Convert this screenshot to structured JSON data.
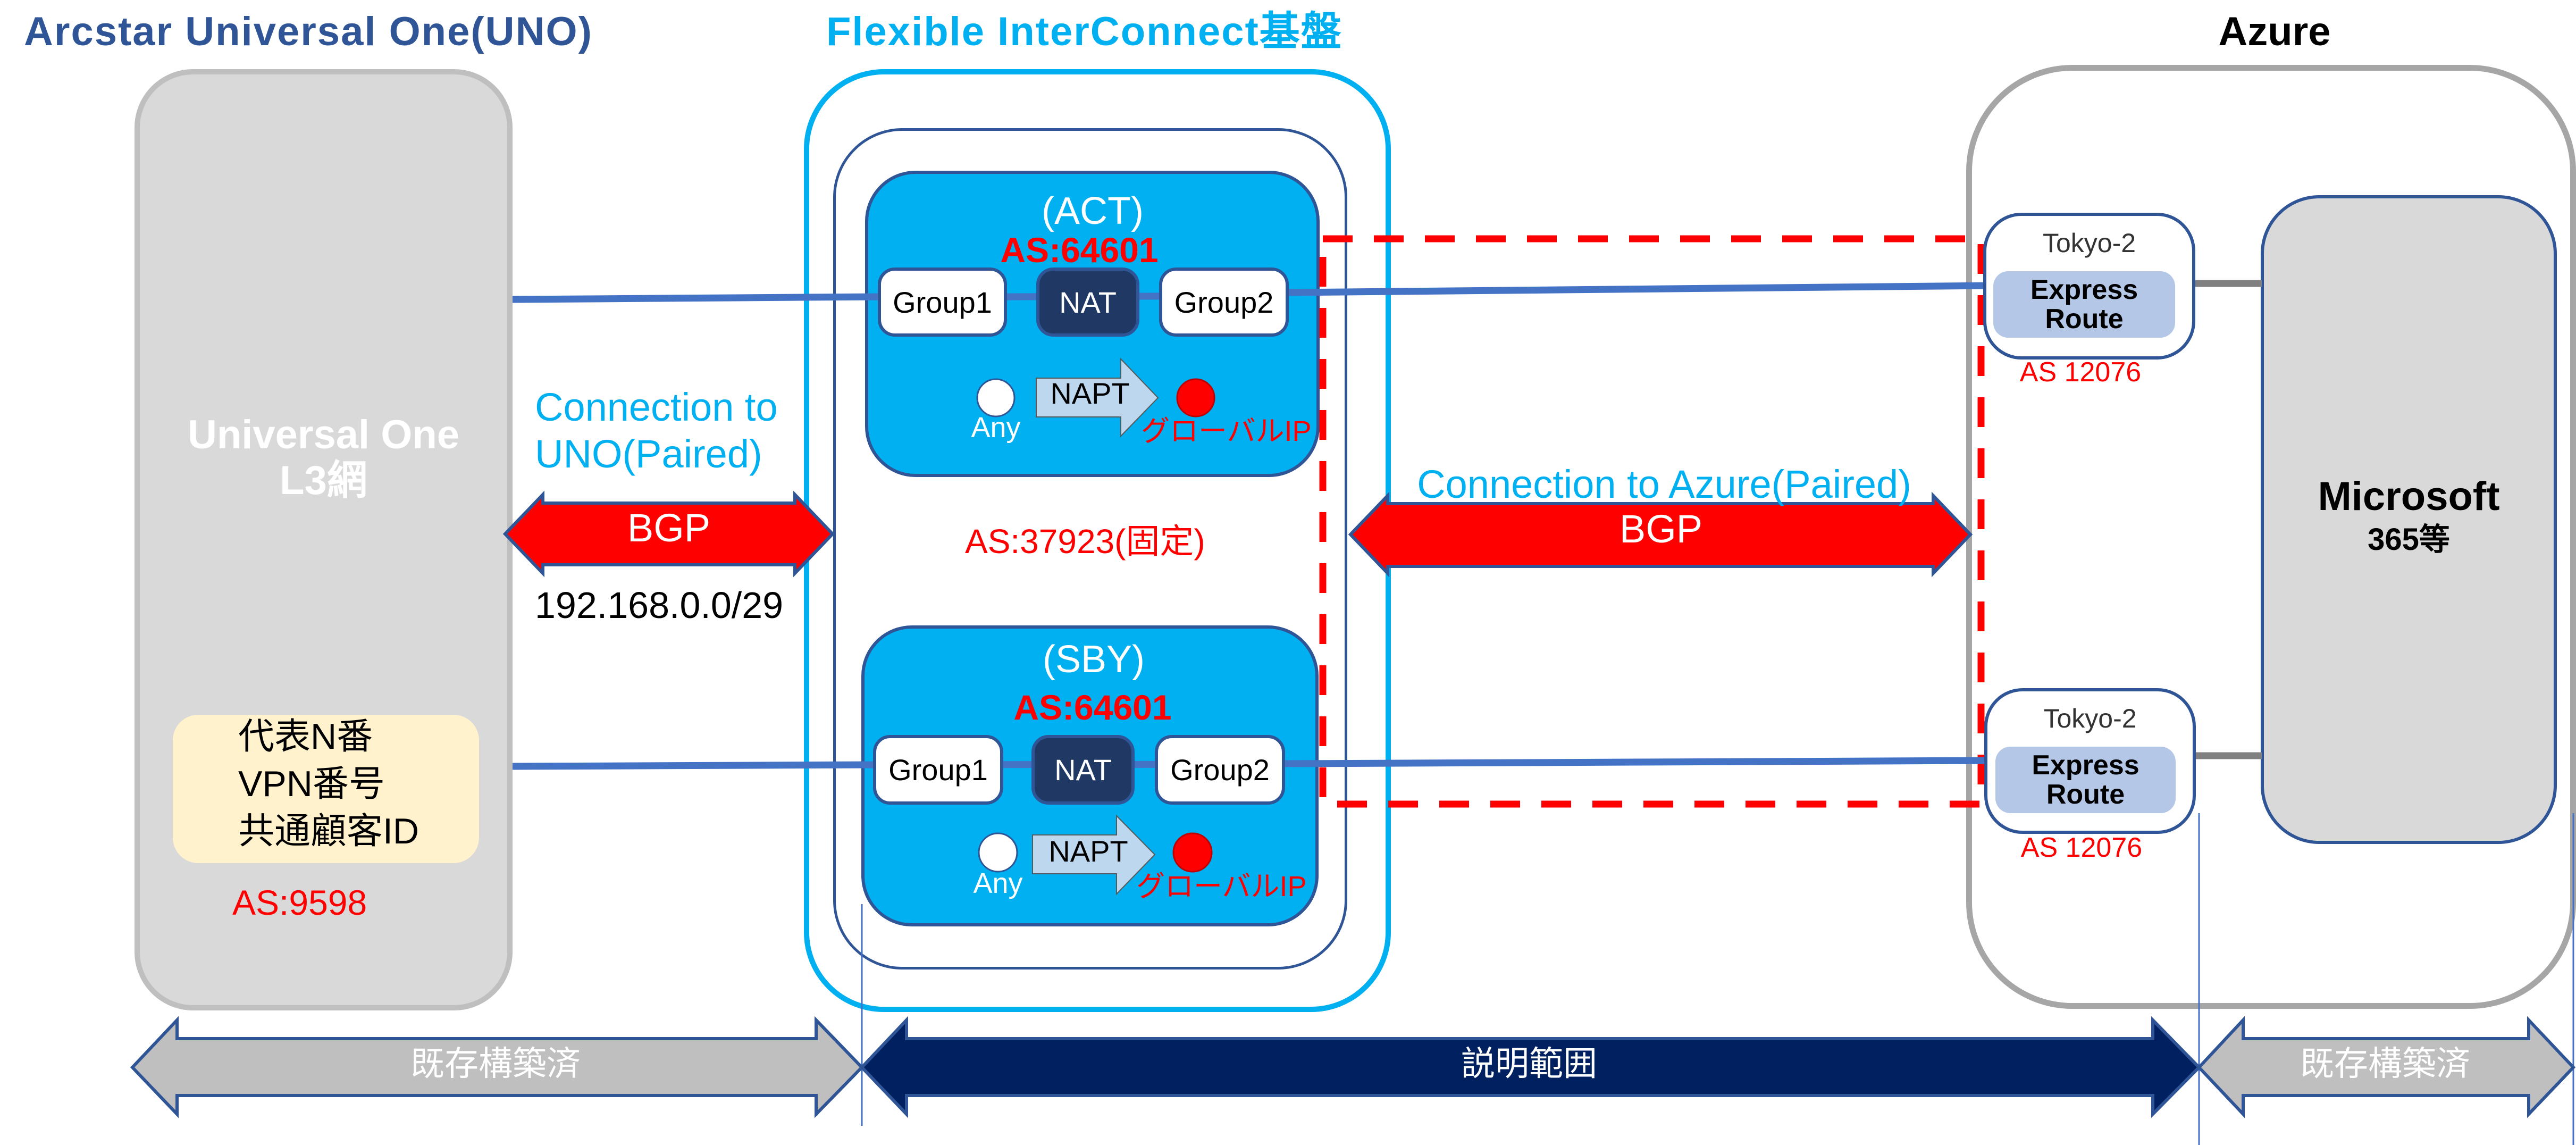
{
  "colors": {
    "uno_title": "#2F5597",
    "fic_accent": "#00B0F0",
    "border_dark_blue": "#2F5597",
    "link_blue": "#4472C4",
    "bgp_red": "#FF0000",
    "as_red": "#FF0000",
    "scope_navy": "#002060",
    "scope_gray": "#BFBFBF",
    "network_gray": "#D9D9D9",
    "info_yellow": "#FFF2CC",
    "express_route_blue": "#B4C7E7",
    "nat_navy": "#203864",
    "napt_light_blue": "#BDD7EE",
    "azure_border_gray": "#A6A6A6",
    "connector_gray": "#808080"
  },
  "uno": {
    "title": "Arcstar Universal One(UNO)",
    "network_label": [
      "Universal One",
      "L3網"
    ],
    "info_lines": [
      "代表N番",
      "VPN番号",
      "共通顧客ID"
    ],
    "as_number": "AS:9598"
  },
  "fic": {
    "title": "Flexible InterConnect基盤",
    "as_fixed": "AS:37923(固定)",
    "routers": [
      {
        "role": "(ACT)",
        "as_number": "AS:64601",
        "group_in": "Group1",
        "nat": "NAT",
        "group_out": "Group2",
        "napt": {
          "label": "NAPT",
          "source": "Any",
          "target": "グローバルIP"
        }
      },
      {
        "role": "(SBY)",
        "as_number": "AS:64601",
        "group_in": "Group1",
        "nat": "NAT",
        "group_out": "Group2",
        "napt": {
          "label": "NAPT",
          "source": "Any",
          "target": "グローバルIP"
        }
      }
    ]
  },
  "connections": {
    "to_uno": {
      "label": [
        "Connection to",
        "UNO(Paired)"
      ],
      "protocol": "BGP",
      "subnet": "192.168.0.0/29"
    },
    "to_azure": {
      "label": "Connection to Azure(Paired)",
      "protocol": "BGP"
    }
  },
  "azure": {
    "title": "Azure",
    "express_routes": [
      {
        "location": "Tokyo-2",
        "name": [
          "Express",
          "Route"
        ],
        "as_number": "AS 12076"
      },
      {
        "location": "Tokyo-2",
        "name": [
          "Express",
          "Route"
        ],
        "as_number": "AS 12076"
      }
    ],
    "service": [
      "Microsoft",
      "365等"
    ]
  },
  "scope_bar": [
    {
      "label": "既存構築済"
    },
    {
      "label": "説明範囲"
    },
    {
      "label": "既存構築済"
    }
  ]
}
